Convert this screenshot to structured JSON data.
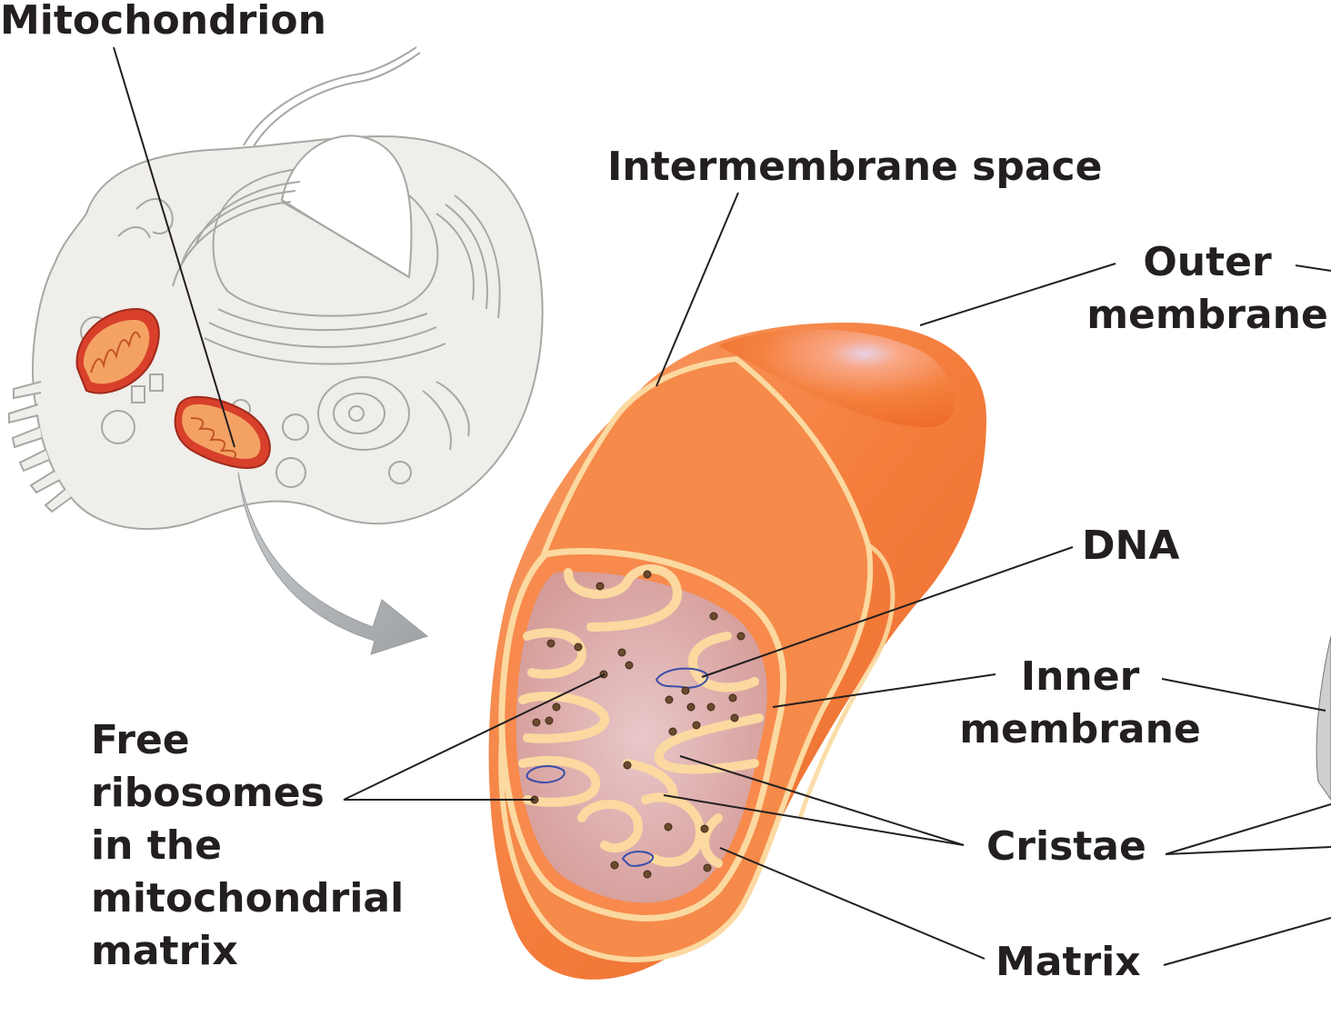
{
  "labels": {
    "mitochondrion": "Mitochondrion",
    "intermembrane_space": "Intermembrane space",
    "outer_membrane": [
      "Outer",
      "membrane"
    ],
    "dna": "DNA",
    "inner_membrane": [
      "Inner",
      "membrane"
    ],
    "cristae": "Cristae",
    "matrix": "Matrix",
    "free_ribosomes": [
      "Free",
      "ribosomes",
      "in the",
      "mitochondrial",
      "matrix"
    ]
  },
  "colors": {
    "cell_fill": "#efeeea",
    "cell_outline": "#a7a7a3",
    "mito_outer": "#f47d3c",
    "mito_light": "#fbb27d",
    "membrane_cream": "#fbd9a0",
    "matrix_fill": "#d9a3a3",
    "ribosome": "#6b4a2e",
    "dna": "#3a4ea8",
    "arrow": "#a8aaad",
    "leader_line": "#231f20",
    "small_mito_red": "#d8402c",
    "small_mito_inner": "#f4a263"
  },
  "icons": {
    "cell_sketch": "animal-cell-sketch",
    "zoom_arrow": "curved-arrow",
    "mitochondrion_cutaway": "mitochondrion-cutaway"
  }
}
